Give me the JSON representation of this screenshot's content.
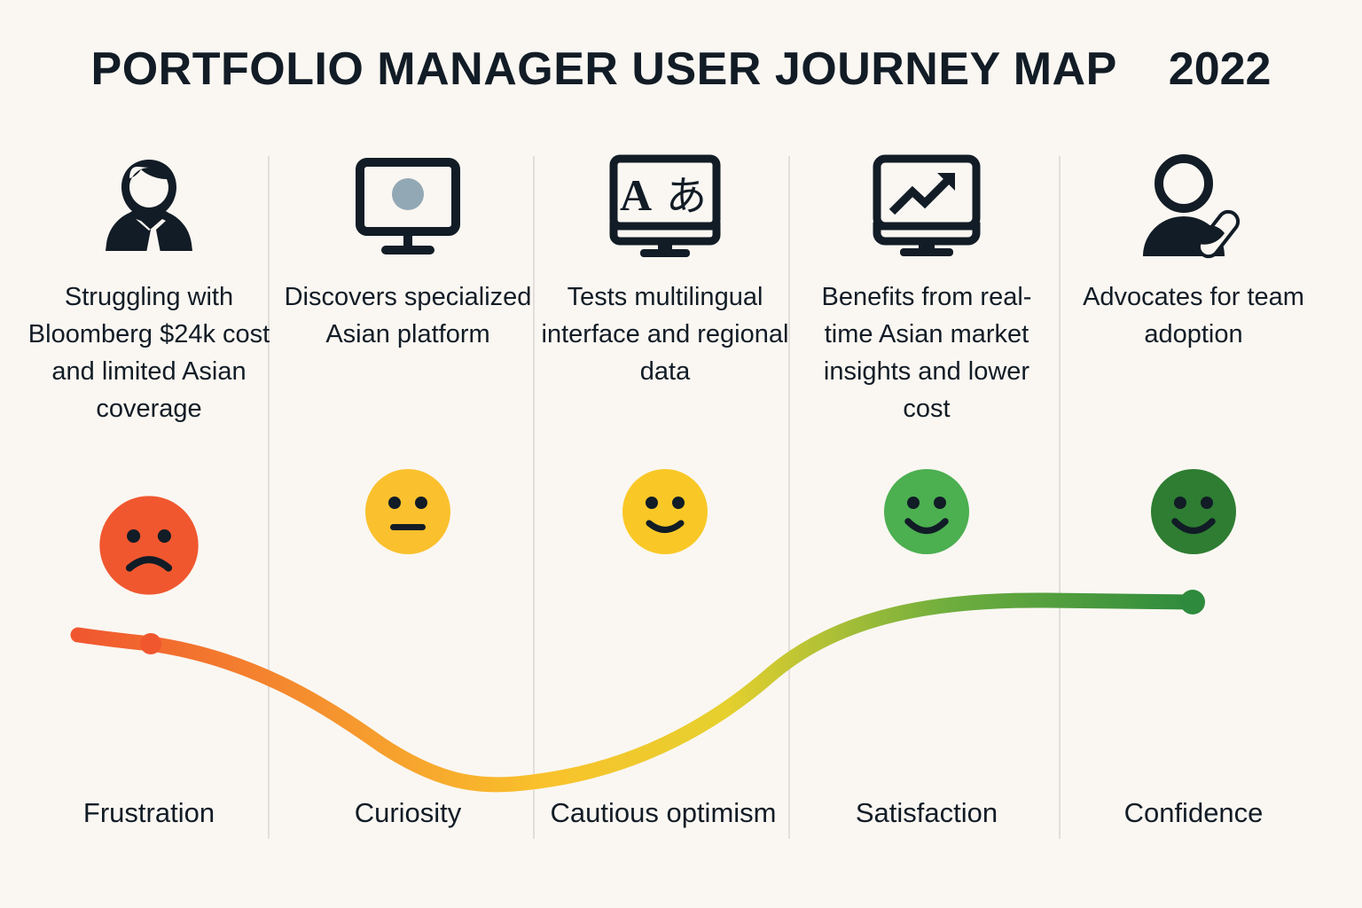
{
  "header": {
    "title": "PORTFOLIO MANAGER USER JOURNEY MAP",
    "year": "2022"
  },
  "theme": {
    "background": "#FAF7F2",
    "ink": "#121C26",
    "divider": "#E2DEDA",
    "screen_accent": "#93A8B5"
  },
  "stages": [
    {
      "id": "frustration",
      "icon": "businessman-icon",
      "description": "Struggling with Bloomberg $24k cost and limited Asian coverage",
      "emotion": "Frustration",
      "face": "sad-face",
      "face_color": "#F0572F",
      "face_size": 116
    },
    {
      "id": "curiosity",
      "icon": "monitor-icon",
      "description": "Discovers specialized Asian platform",
      "emotion": "Curiosity",
      "face": "neutral-face",
      "face_color": "#FBC02D",
      "face_size": 100
    },
    {
      "id": "cautious-optimism",
      "icon": "translate-monitor-icon",
      "description": "Tests multilingual interface and regional data",
      "emotion": "Cautious optimism",
      "face": "slight-smile-face",
      "face_color": "#F9C826",
      "face_size": 100
    },
    {
      "id": "satisfaction",
      "icon": "chart-monitor-icon",
      "description": "Benefits from real-time Asian market insights and lower cost",
      "emotion": "Satisfaction",
      "face": "smile-face",
      "face_color": "#4CAF50",
      "face_size": 100
    },
    {
      "id": "confidence",
      "icon": "advocate-person-icon",
      "description": "Advocates for team adoption",
      "emotion": "Confidence",
      "face": "smile-face",
      "face_color": "#2E7D32",
      "face_size": 100
    }
  ],
  "icon_glyphs": {
    "translate_latin": "A",
    "translate_japanese": "あ"
  },
  "chart_data": {
    "type": "line",
    "title": "Emotional journey curve",
    "categories": [
      "Frustration",
      "Curiosity",
      "Cautious optimism",
      "Satisfaction",
      "Confidence"
    ],
    "x": [
      170,
      450,
      750,
      1050,
      1345
    ],
    "y": [
      726,
      800,
      880,
      730,
      679
    ],
    "values": [
      2.0,
      1.3,
      0.7,
      3.4,
      4.0
    ],
    "ylim": [
      0,
      5
    ],
    "xlabel": "",
    "ylabel": "",
    "grid": false,
    "legend": "none",
    "gradient_stops": [
      {
        "offset": "0%",
        "color": "#F0572F"
      },
      {
        "offset": "22%",
        "color": "#F5922E"
      },
      {
        "offset": "42%",
        "color": "#F9C22C"
      },
      {
        "offset": "58%",
        "color": "#E6D02E"
      },
      {
        "offset": "78%",
        "color": "#6FAE3E"
      },
      {
        "offset": "100%",
        "color": "#2E8B3D"
      }
    ],
    "start_marker": {
      "x": 170,
      "y": 726,
      "color": "#F0572F"
    },
    "end_marker": {
      "x": 1345,
      "y": 679,
      "color": "#2E8B3D"
    }
  }
}
